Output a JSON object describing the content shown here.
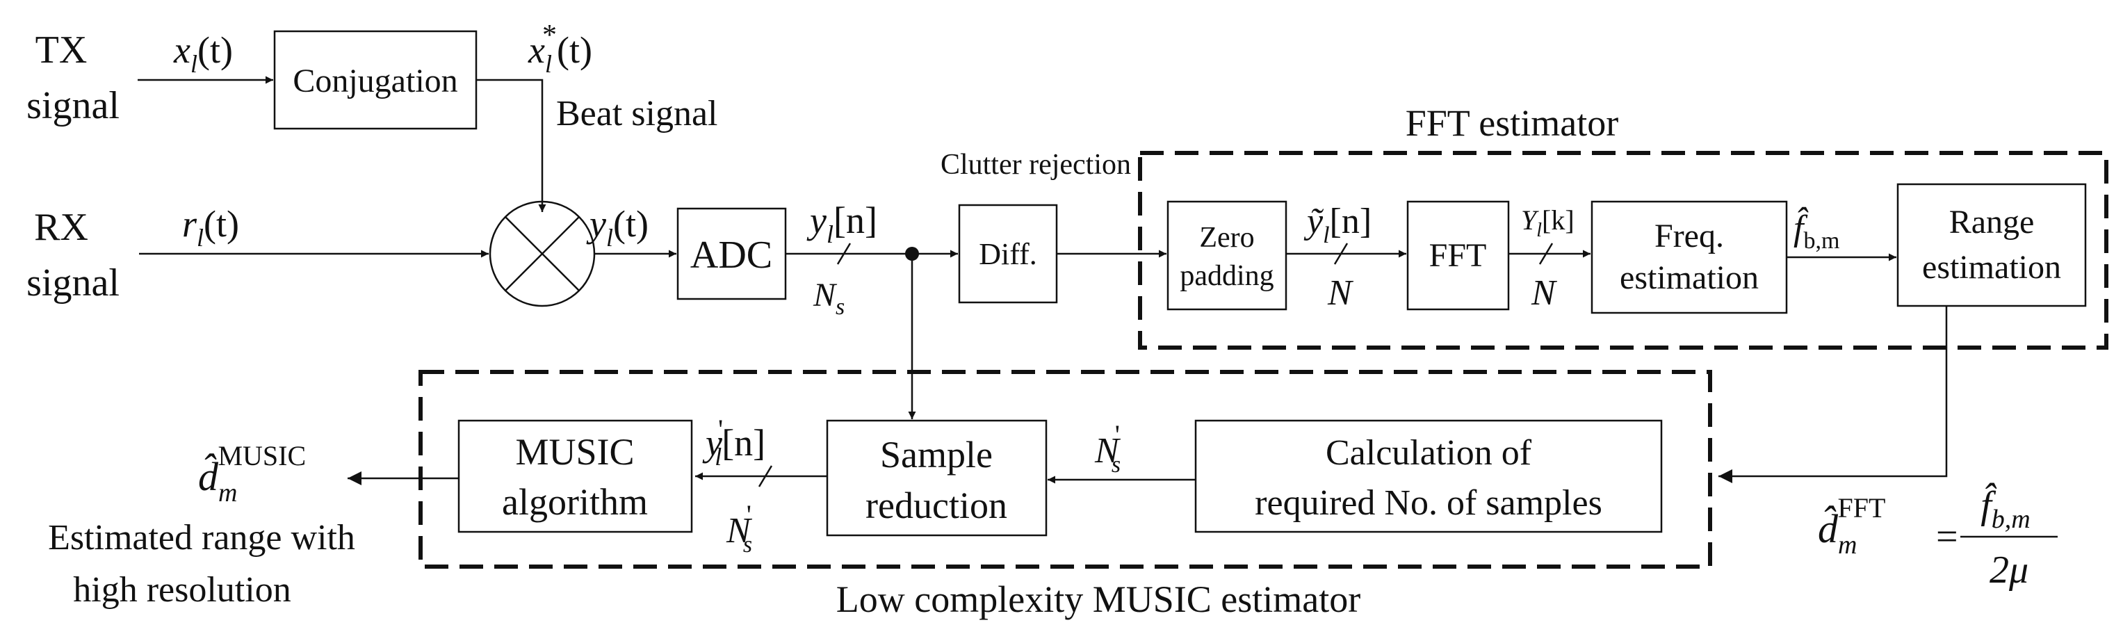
{
  "inputs": {
    "tx_line1": "TX",
    "tx_line2": "signal",
    "rx_line1": "RX",
    "rx_line2": "signal"
  },
  "signals": {
    "x_l": "x",
    "x_l_sub": "l",
    "x_l_arg": "(t)",
    "x_conj": "x",
    "x_conj_sub": "l",
    "x_conj_sup": "*",
    "x_conj_arg": "(t)",
    "r_l": "r",
    "r_l_sub": "l",
    "r_l_arg": "(t)",
    "y_l_t": "y",
    "y_l_t_sub": "l",
    "y_l_t_arg": "(t)",
    "y_l_n": "y",
    "y_l_n_sub": "l",
    "y_l_n_arg": "[n]",
    "ns": "N",
    "ns_sub": "s",
    "y_tilde": "ỹ",
    "y_tilde_sub": "l",
    "y_tilde_arg": "[n]",
    "n1": "N",
    "Y_l": "Y",
    "Y_l_sub": "l",
    "Y_l_arg": "[k]",
    "n2": "N",
    "f_hat": "f̂",
    "f_hat_sub": "b,m",
    "ns_prime_top": "N",
    "ns_prime_top_sup": "'",
    "ns_prime_top_sub": "s",
    "y_prime": "y",
    "y_prime_sup": "'",
    "y_prime_sub": "l",
    "y_prime_arg": "[n]",
    "ns_prime_bottom": "N",
    "ns_prime_bottom_sup": "'",
    "ns_prime_bottom_sub": "s"
  },
  "blocks": {
    "conjugation": "Conjugation",
    "adc": "ADC",
    "diff": "Diff.",
    "zero_padding_1": "Zero",
    "zero_padding_2": "padding",
    "fft": "FFT",
    "freq_est_1": "Freq.",
    "freq_est_2": "estimation",
    "range_est_1": "Range",
    "range_est_2": "estimation",
    "music_1": "MUSIC",
    "music_2": "algorithm",
    "sample_red_1": "Sample",
    "sample_red_2": "reduction",
    "calc_1": "Calculation of",
    "calc_2": "required No. of samples"
  },
  "labels": {
    "beat_signal": "Beat signal",
    "clutter_rejection": "Clutter rejection",
    "fft_estimator": "FFT estimator",
    "low_complexity": "Low complexity MUSIC estimator",
    "estimated_1": "Estimated range with",
    "estimated_2": "high resolution"
  },
  "outputs": {
    "d_music": "d̂",
    "d_music_sub": "m",
    "d_music_sup": "MUSIC",
    "d_fft": "d̂",
    "d_fft_sub": "m",
    "d_fft_sup": "FFT",
    "eq": "=",
    "frac_num": "f̂",
    "frac_num_sub": "b,m",
    "frac_den": "2μ"
  }
}
